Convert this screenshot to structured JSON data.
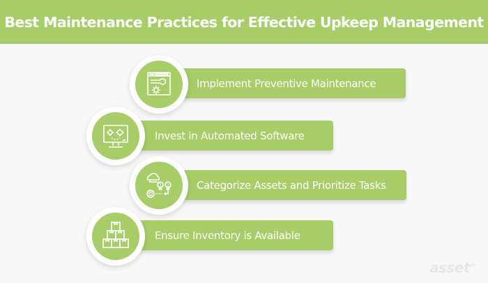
{
  "header": {
    "title": "Best Maintenance Practices for Effective Upkeep Management"
  },
  "colors": {
    "accent": "#a8cc68",
    "background": "#f8f8f8",
    "text_on_accent": "#ffffff"
  },
  "items": [
    {
      "label": "Implement Preventive Maintenance",
      "icon": "browser-wrench-gear-icon"
    },
    {
      "label": "Invest in Automated Software",
      "icon": "monitor-gears-icon"
    },
    {
      "label": "Categorize Assets and Prioritize Tasks",
      "icon": "cloud-bulbs-priority-icon"
    },
    {
      "label": "Ensure Inventory is Available",
      "icon": "stacked-boxes-icon"
    }
  ],
  "logo": {
    "text": "asset",
    "mark": "∞"
  }
}
